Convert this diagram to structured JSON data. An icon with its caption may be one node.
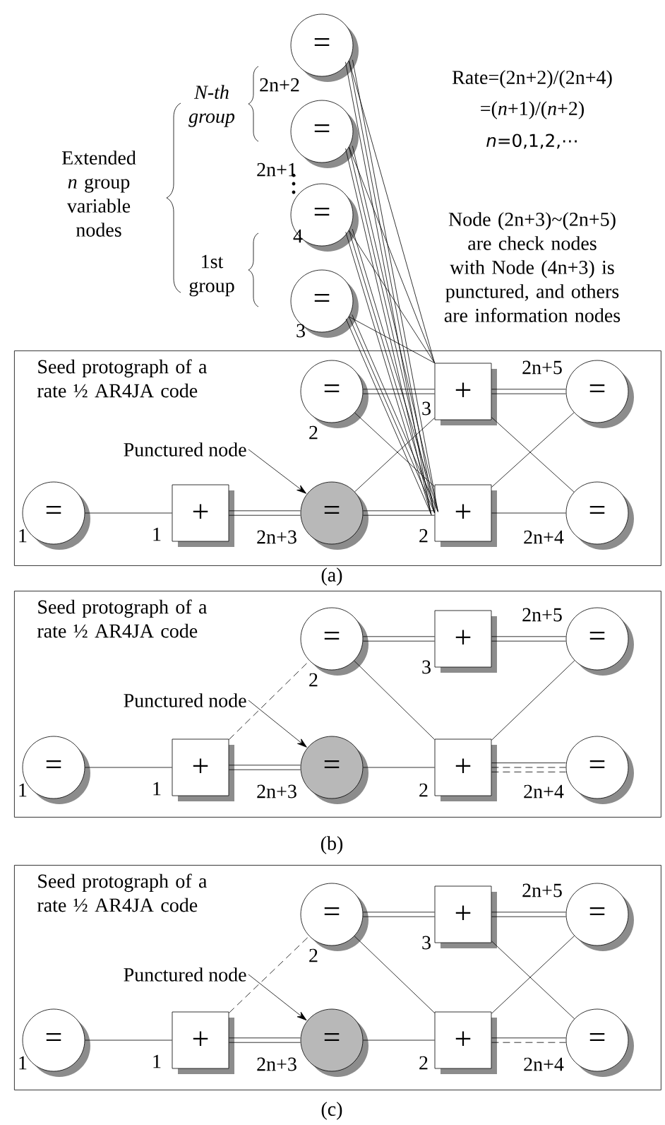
{
  "diagram": {
    "nodes": [
      {
        "text": [
          "="
        ],
        "beside": [
          "2n+2"
        ]
      },
      {
        "text": [
          "="
        ],
        "beside": [
          "2n+1"
        ]
      },
      {
        "text": [
          "="
        ],
        "beside": [
          "4"
        ]
      },
      {
        "text": [
          "="
        ],
        "beside": [
          "3"
        ]
      },
      {
        "text": [
          "Seed protograph of a rate ½ AR4JA code"
        ]
      },
      {
        "text": [
          "Punctured node"
        ],
        "in": 4
      },
      {
        "text": [
          "="
        ],
        "in": 4,
        "beside": [
          "1"
        ]
      },
      {
        "text": [
          "+"
        ],
        "in": 4,
        "beside": [
          "1"
        ]
      },
      {
        "text": [
          "="
        ],
        "in": 4,
        "beside": [
          "2n+3"
        ]
      },
      {
        "text": [
          "="
        ],
        "in": 4,
        "beside": [
          "2"
        ]
      },
      {
        "text": [
          "+"
        ],
        "in": 4,
        "beside": [
          "3"
        ]
      },
      {
        "text": [
          "+"
        ],
        "in": 4,
        "beside": [
          "2"
        ]
      },
      {
        "text": [
          "="
        ],
        "in": 4,
        "beside": [
          "2n+5"
        ]
      },
      {
        "text": [
          "="
        ],
        "in": 4,
        "beside": [
          "2n+4"
        ]
      },
      {
        "text": [
          "Seed protograph of a rate ½ AR4JA code"
        ]
      },
      {
        "text": [
          "Punctured node"
        ],
        "in": 14
      },
      {
        "text": [
          "="
        ],
        "in": 14,
        "beside": [
          "1"
        ]
      },
      {
        "text": [
          "+"
        ],
        "in": 14,
        "beside": [
          "1"
        ]
      },
      {
        "text": [
          "="
        ],
        "in": 14,
        "beside": [
          "2n+3"
        ]
      },
      {
        "text": [
          "="
        ],
        "in": 14,
        "beside": [
          "2"
        ]
      },
      {
        "text": [
          "+"
        ],
        "in": 14,
        "beside": [
          "3"
        ]
      },
      {
        "text": [
          "+"
        ],
        "in": 14,
        "beside": [
          "2"
        ]
      },
      {
        "text": [
          "="
        ],
        "in": 14,
        "beside": [
          "2n+5"
        ]
      },
      {
        "text": [
          "="
        ],
        "in": 14,
        "beside": [
          "2n+4"
        ]
      },
      {
        "text": [
          "Seed protograph of a rate ½ AR4JA code"
        ]
      },
      {
        "text": [
          "Punctured node"
        ],
        "in": 24
      },
      {
        "text": [
          "="
        ],
        "in": 24,
        "beside": [
          "1"
        ]
      },
      {
        "text": [
          "+"
        ],
        "in": 24,
        "beside": [
          "1"
        ]
      },
      {
        "text": [
          "="
        ],
        "in": 24,
        "beside": [
          "2n+3"
        ]
      },
      {
        "text": [
          "="
        ],
        "in": 24,
        "beside": [
          "2"
        ]
      },
      {
        "text": [
          "+"
        ],
        "in": 24,
        "beside": [
          "3"
        ]
      },
      {
        "text": [
          "+"
        ],
        "in": 24,
        "beside": [
          "2"
        ]
      },
      {
        "text": [
          "="
        ],
        "in": 24,
        "beside": [
          "2n+5"
        ]
      },
      {
        "text": [
          "="
        ],
        "in": 24,
        "beside": [
          "2n+4"
        ]
      }
    ],
    "edges": [
      {
        "from": 0,
        "to": 10,
        "arrow": "none"
      },
      {
        "from": 0,
        "to": 11,
        "arrow": "none"
      },
      {
        "from": 0,
        "to": 11,
        "arrow": "none"
      },
      {
        "from": 0,
        "to": 11,
        "arrow": "none"
      },
      {
        "from": 1,
        "to": 10,
        "arrow": "none"
      },
      {
        "from": 1,
        "to": 11,
        "arrow": "none"
      },
      {
        "from": 1,
        "to": 11,
        "arrow": "none"
      },
      {
        "from": 1,
        "to": 11,
        "arrow": "none"
      },
      {
        "from": 2,
        "to": 10,
        "arrow": "none"
      },
      {
        "from": 2,
        "to": 11,
        "arrow": "none"
      },
      {
        "from": 2,
        "to": 11,
        "arrow": "none"
      },
      {
        "from": 2,
        "to": 11,
        "arrow": "none"
      },
      {
        "from": 3,
        "to": 10,
        "arrow": "none"
      },
      {
        "from": 3,
        "to": 11,
        "arrow": "none"
      },
      {
        "from": 3,
        "to": 11,
        "arrow": "none"
      },
      {
        "from": 3,
        "to": 11,
        "arrow": "none"
      },
      {
        "from": 5,
        "to": 8,
        "arrow": "to"
      },
      {
        "from": 6,
        "to": 7,
        "arrow": "none"
      },
      {
        "from": 7,
        "to": 8,
        "arrow": "none"
      },
      {
        "from": 7,
        "to": 8,
        "arrow": "none"
      },
      {
        "from": 8,
        "to": 11,
        "arrow": "none"
      },
      {
        "from": 8,
        "to": 11,
        "arrow": "none"
      },
      {
        "from": 8,
        "to": 10,
        "arrow": "none"
      },
      {
        "from": 9,
        "to": 10,
        "arrow": "none"
      },
      {
        "from": 9,
        "to": 10,
        "arrow": "none"
      },
      {
        "from": 9,
        "to": 11,
        "arrow": "none"
      },
      {
        "from": 10,
        "to": 12,
        "arrow": "none"
      },
      {
        "from": 10,
        "to": 12,
        "arrow": "none"
      },
      {
        "from": 10,
        "to": 13,
        "arrow": "none"
      },
      {
        "from": 11,
        "to": 12,
        "arrow": "none"
      },
      {
        "from": 11,
        "to": 13,
        "arrow": "none"
      },
      {
        "from": 15,
        "to": 18,
        "arrow": "to"
      },
      {
        "from": 16,
        "to": 17,
        "arrow": "none"
      },
      {
        "from": 17,
        "to": 18,
        "arrow": "none"
      },
      {
        "from": 17,
        "to": 18,
        "arrow": "none"
      },
      {
        "from": 17,
        "to": 19,
        "arrow": "none",
        "style": "dashed"
      },
      {
        "from": 18,
        "to": 21,
        "arrow": "none"
      },
      {
        "from": 19,
        "to": 20,
        "arrow": "none"
      },
      {
        "from": 19,
        "to": 20,
        "arrow": "none"
      },
      {
        "from": 19,
        "to": 21,
        "arrow": "none"
      },
      {
        "from": 20,
        "to": 22,
        "arrow": "none"
      },
      {
        "from": 20,
        "to": 22,
        "arrow": "none"
      },
      {
        "from": 21,
        "to": 22,
        "arrow": "none"
      },
      {
        "from": 21,
        "to": 23,
        "arrow": "none"
      },
      {
        "from": 21,
        "to": 23,
        "arrow": "none",
        "style": "dashed"
      },
      {
        "from": 21,
        "to": 23,
        "arrow": "none",
        "style": "dashed"
      },
      {
        "from": 25,
        "to": 28,
        "arrow": "to"
      },
      {
        "from": 26,
        "to": 27,
        "arrow": "none"
      },
      {
        "from": 27,
        "to": 28,
        "arrow": "none"
      },
      {
        "from": 27,
        "to": 28,
        "arrow": "none"
      },
      {
        "from": 27,
        "to": 29,
        "arrow": "none",
        "style": "dashed"
      },
      {
        "from": 28,
        "to": 31,
        "arrow": "none"
      },
      {
        "from": 29,
        "to": 30,
        "arrow": "none"
      },
      {
        "from": 29,
        "to": 30,
        "arrow": "none"
      },
      {
        "from": 29,
        "to": 31,
        "arrow": "none"
      },
      {
        "from": 30,
        "to": 32,
        "arrow": "none"
      },
      {
        "from": 30,
        "to": 32,
        "arrow": "none"
      },
      {
        "from": 30,
        "to": 33,
        "arrow": "none"
      },
      {
        "from": 31,
        "to": 32,
        "arrow": "none"
      },
      {
        "from": 31,
        "to": 33,
        "arrow": "none"
      },
      {
        "from": 31,
        "to": 33,
        "arrow": "none",
        "style": "dashed"
      }
    ],
    "labels": [
      "Rate=(2n+2)/(2n+4)",
      "=(*n*+1)/(*n*+2)",
      "*n*=0,1,2,⋯",
      "N-th group",
      "Extended *n* group variable nodes",
      "Node (2n+3)~(2n+5) are check nodes with Node (4n+3) is punctured, and others are information nodes",
      "1st group",
      "(a)",
      "(b)",
      "(c)"
    ]
  }
}
